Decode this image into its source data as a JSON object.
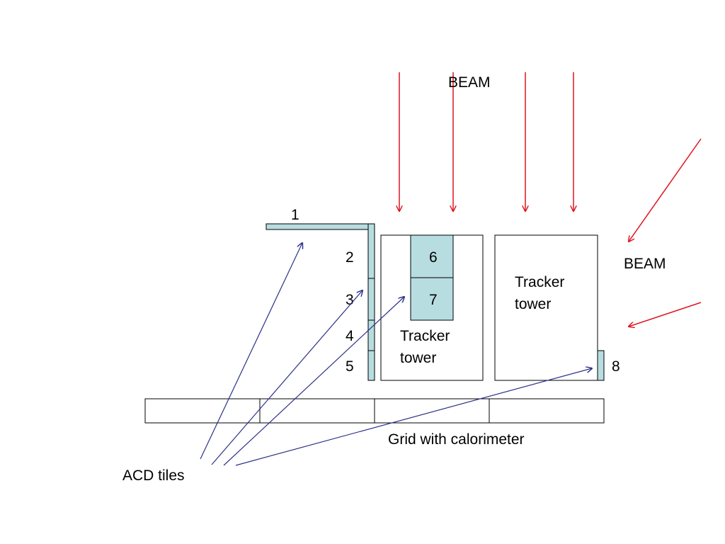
{
  "colors": {
    "tile_fill": "#b7dde0",
    "beam_arrow": "#e0141e",
    "pointer_arrow": "#2b3288",
    "outline": "#000000"
  },
  "labels": {
    "beam_top": "BEAM",
    "beam_side": "BEAM",
    "tracker_tower_left": [
      "Tracker",
      "tower"
    ],
    "tracker_tower_right": [
      "Tracker",
      "tower"
    ],
    "grid": "Grid with calorimeter",
    "acd_tiles": "ACD tiles"
  },
  "tile_numbers": {
    "t1": "1",
    "t2": "2",
    "t3": "3",
    "t4": "4",
    "t5": "5",
    "t6": "6",
    "t7": "7",
    "t8": "8"
  }
}
